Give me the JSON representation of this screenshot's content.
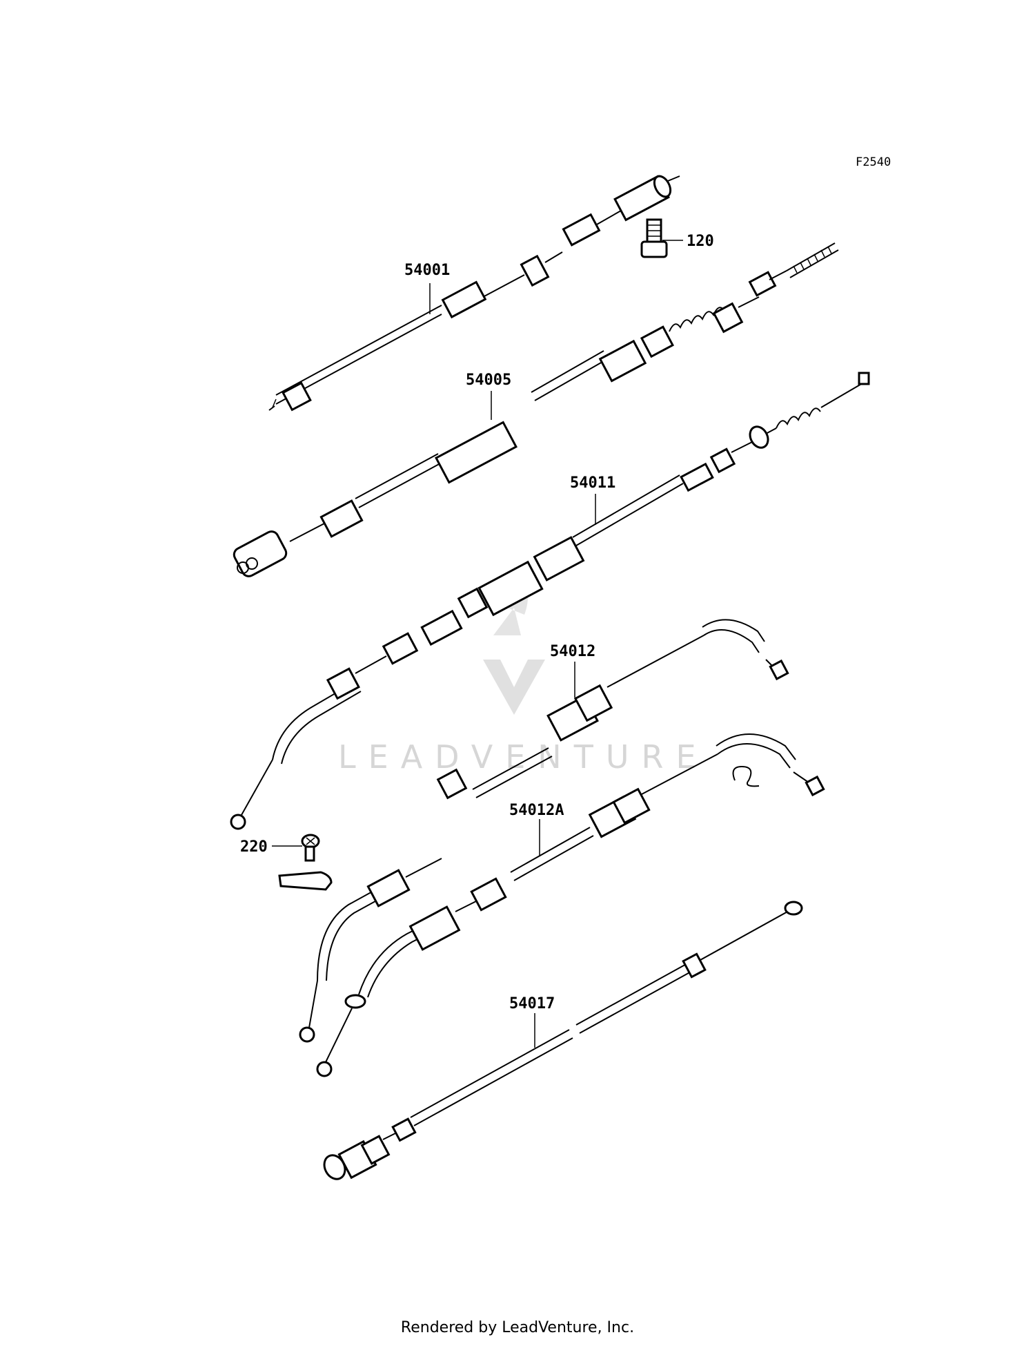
{
  "figure_id": "F2540",
  "parts": [
    {
      "ref": "54001"
    },
    {
      "ref": "120"
    },
    {
      "ref": "54005"
    },
    {
      "ref": "54011"
    },
    {
      "ref": "54012"
    },
    {
      "ref": "220"
    },
    {
      "ref": "54012A"
    },
    {
      "ref": "54017"
    }
  ],
  "watermark": "LEADVENTURE",
  "footer": "Rendered by LeadVenture, Inc."
}
